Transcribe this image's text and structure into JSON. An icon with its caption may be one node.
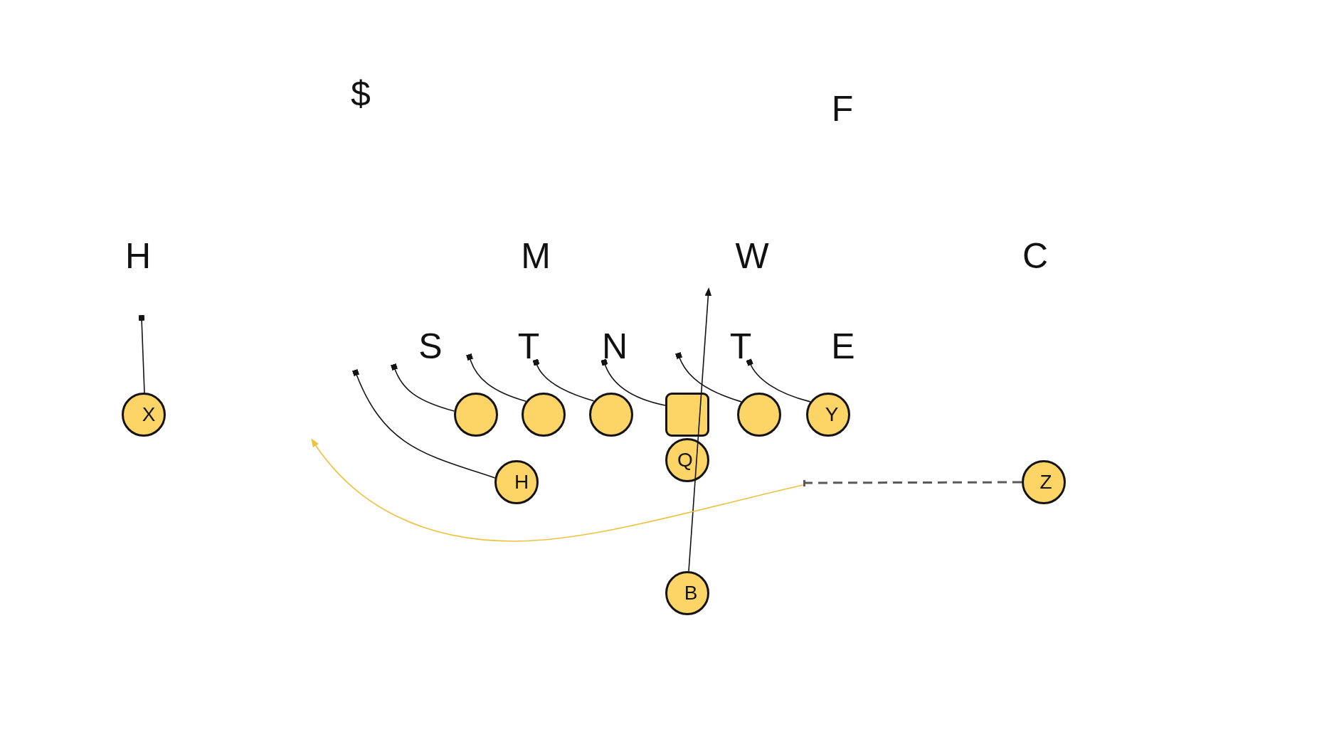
{
  "diagram": {
    "nodes": [
      {
        "text": [
          "T"
        ]
      },
      {
        "text": [
          "N"
        ]
      },
      {
        "text": [
          "T"
        ]
      },
      {
        "text": [
          "X"
        ]
      },
      {
        "text": [],
        "shape": "circle"
      },
      {
        "text": [],
        "shape": "circle"
      },
      {
        "text": [],
        "shape": "circle"
      },
      {
        "text": [],
        "shape": "box"
      },
      {
        "text": [],
        "shape": "circle"
      },
      {
        "text": [
          "Y"
        ]
      },
      {
        "text": [
          "Q"
        ]
      },
      {
        "text": [
          "H"
        ]
      },
      {
        "text": [],
        "shape": "bar"
      },
      {
        "text": [
          "Z"
        ]
      },
      {
        "text": [
          "B"
        ]
      }
    ],
    "edges": [
      {
        "from": 3,
        "to": null,
        "arrow": "other"
      },
      {
        "from": 11,
        "to": null,
        "arrow": "other"
      },
      {
        "from": 4,
        "to": null,
        "arrow": "other"
      },
      {
        "from": 5,
        "to": null,
        "arrow": "other"
      },
      {
        "from": 6,
        "to": 0,
        "arrow": "other"
      },
      {
        "from": 7,
        "to": 1,
        "arrow": "other"
      },
      {
        "from": 8,
        "to": null,
        "arrow": "other"
      },
      {
        "from": 9,
        "to": 2,
        "arrow": "other"
      },
      {
        "from": 14,
        "to": null,
        "arrow": "to"
      },
      {
        "from": 13,
        "to": 12,
        "arrow": "none",
        "style": "dashed",
        "color": "#5a5a5a"
      },
      {
        "from": 12,
        "to": null,
        "arrow": "to",
        "color": "#ecc23e"
      }
    ],
    "labels": [
      "$",
      "F",
      "H",
      "M",
      "W",
      "C",
      "S",
      "E"
    ]
  }
}
